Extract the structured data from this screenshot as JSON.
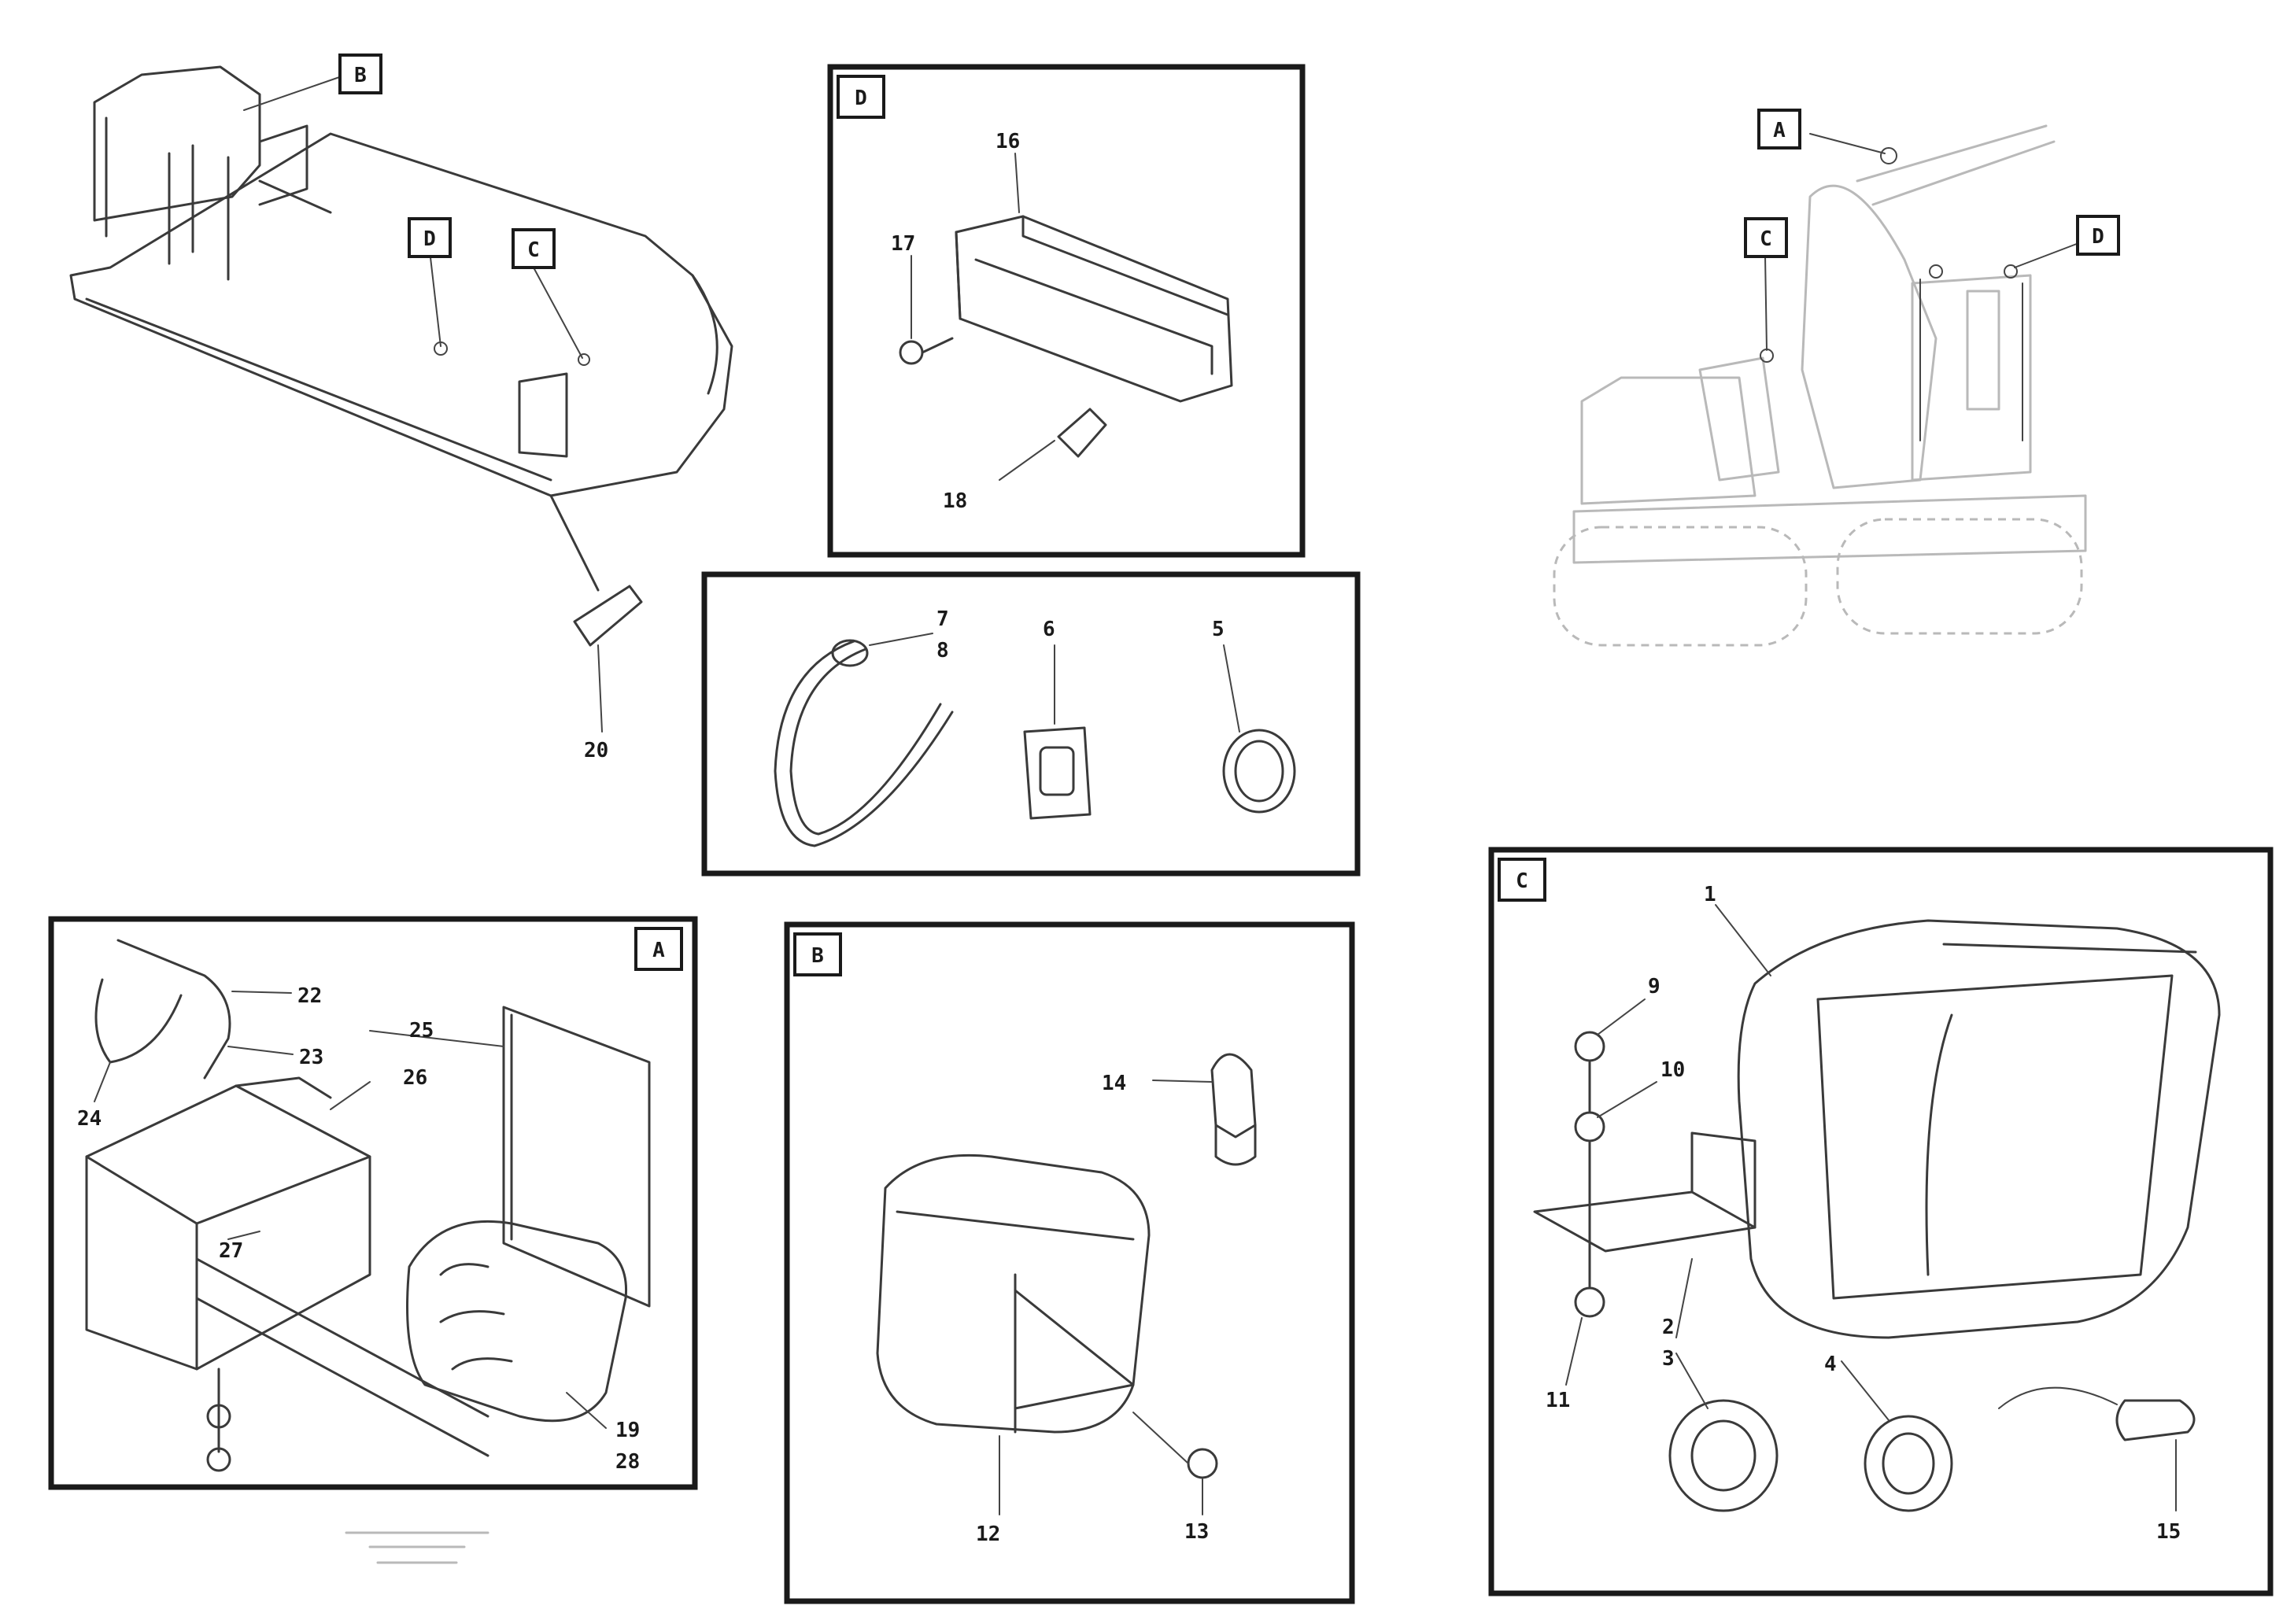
{
  "diagram": {
    "overview_callouts": {
      "upper_left": [
        "B",
        "D",
        "C",
        "20"
      ],
      "upper_right": [
        "A",
        "C",
        "D"
      ]
    },
    "panel_D": {
      "tag": "D",
      "part_labels": [
        "16",
        "17",
        "18"
      ]
    },
    "parts_strip": {
      "part_labels": [
        "7",
        "8",
        "6",
        "5"
      ]
    },
    "panel_A": {
      "tag": "A",
      "part_labels": [
        "22",
        "23",
        "24",
        "25",
        "26",
        "27",
        "19",
        "28"
      ]
    },
    "panel_B": {
      "tag": "B",
      "part_labels": [
        "14",
        "12",
        "13"
      ]
    },
    "panel_C": {
      "tag": "C",
      "part_labels": [
        "1",
        "9",
        "10",
        "11",
        "2",
        "3",
        "4",
        "15"
      ]
    }
  }
}
